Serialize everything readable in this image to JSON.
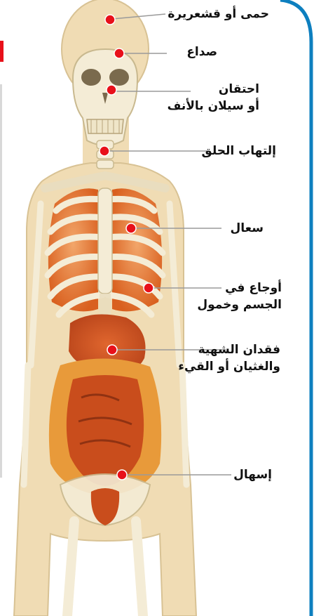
{
  "labels": {
    "fever": "حمى أو قشعريرة",
    "headache": "صداع",
    "congestion_line1": "احتقان",
    "congestion_line2": "أو سيلان بالأنف",
    "sore_throat": "إلتهاب الحلق",
    "cough": "سعال",
    "body_aches_line1": "أوجاع في",
    "body_aches_line2": "الجسم وخمول",
    "appetite_line1": "فقدان الشهية",
    "appetite_line2": "والغثيان أو القيء",
    "diarrhea": "إسهال"
  },
  "colors": {
    "marker": "#e8101a",
    "leader": "#9a9a9a",
    "frame": "#0d7fbf",
    "skin": "#f0dcb4",
    "bone": "#f4ecd6",
    "organ": "#d9531e",
    "intestine": "#e89a3a"
  }
}
